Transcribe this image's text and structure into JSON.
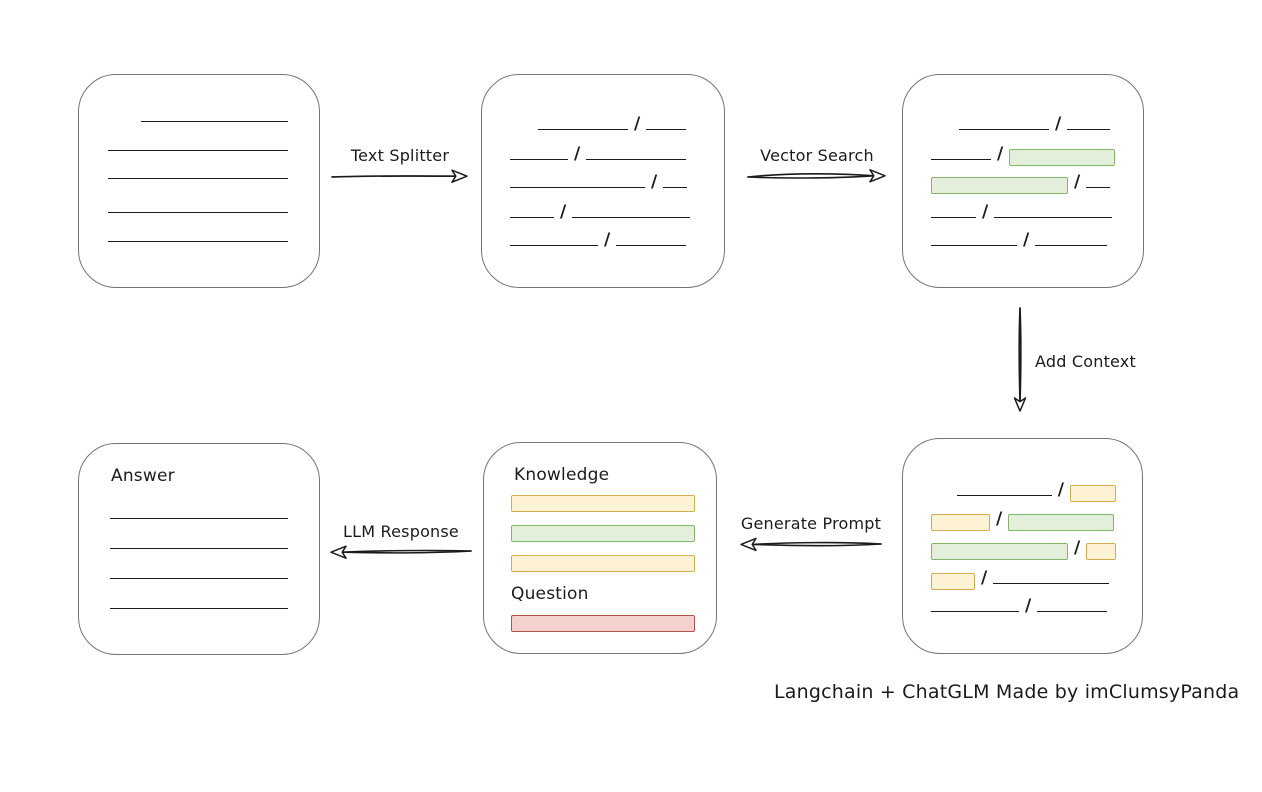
{
  "glyphs": {
    "slash": "/"
  },
  "labels": {
    "text_splitter": "Text Splitter",
    "vector_search": "Vector Search",
    "add_context": "Add Context",
    "generate_prompt": "Generate Prompt",
    "llm_response": "LLM Response",
    "knowledge": "Knowledge",
    "question": "Question",
    "answer": "Answer"
  },
  "caption": "Langchain + ChatGLM Made by imClumsyPanda",
  "colors": {
    "line": "#1b1b1b",
    "box_border": "#757575",
    "green_fill": "#e3efdb",
    "green_border": "#84b56a",
    "yellow_fill": "#fdf3d4",
    "yellow_border": "#d0ae4d",
    "red_fill": "#f5d1cd",
    "red_border": "#b0524c"
  }
}
